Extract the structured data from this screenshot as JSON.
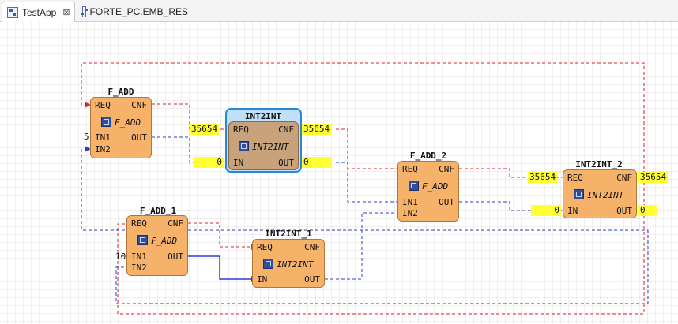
{
  "tabs": [
    {
      "label": "TestApp",
      "close": "⊠",
      "active": true
    },
    {
      "label": "FORTE_PC.EMB_RES",
      "active": false
    }
  ],
  "colors": {
    "event_wire": "#e0202a",
    "data_wire": "#2a3fd0",
    "block_fill": "#f7b26a",
    "selection": "#2b86d9",
    "value_highlight": "#ffff33"
  },
  "blocks": {
    "f_add": {
      "title": "F_ADD",
      "type": "F_ADD",
      "ports": {
        "req": "REQ",
        "cnf": "CNF",
        "in1": "IN1",
        "in2": "IN2",
        "out": "OUT"
      },
      "in1_value": "5"
    },
    "int2int": {
      "title": "INT2INT",
      "type": "INT2INT",
      "ports": {
        "req": "REQ",
        "cnf": "CNF",
        "in": "IN",
        "out": "OUT"
      },
      "req_value": "35654",
      "cnf_value": "35654",
      "in_value": "0",
      "out_value": "0"
    },
    "f_add_2": {
      "title": "F_ADD_2",
      "type": "F_ADD",
      "ports": {
        "req": "REQ",
        "cnf": "CNF",
        "in1": "IN1",
        "in2": "IN2",
        "out": "OUT"
      }
    },
    "int2int_2": {
      "title": "INT2INT_2",
      "type": "INT2INT",
      "ports": {
        "req": "REQ",
        "cnf": "CNF",
        "in": "IN",
        "out": "OUT"
      },
      "req_value": "35654",
      "cnf_value": "35654",
      "in_value": "0",
      "out_value": "0"
    },
    "f_add_1": {
      "title": "F_ADD_1",
      "type": "F_ADD",
      "ports": {
        "req": "REQ",
        "cnf": "CNF",
        "in1": "IN1",
        "in2": "IN2",
        "out": "OUT"
      },
      "in1_value": "10"
    },
    "int2int_1": {
      "title": "INT2INT_1",
      "type": "INT2INT",
      "ports": {
        "req": "REQ",
        "cnf": "CNF",
        "in": "IN",
        "out": "OUT"
      }
    }
  }
}
